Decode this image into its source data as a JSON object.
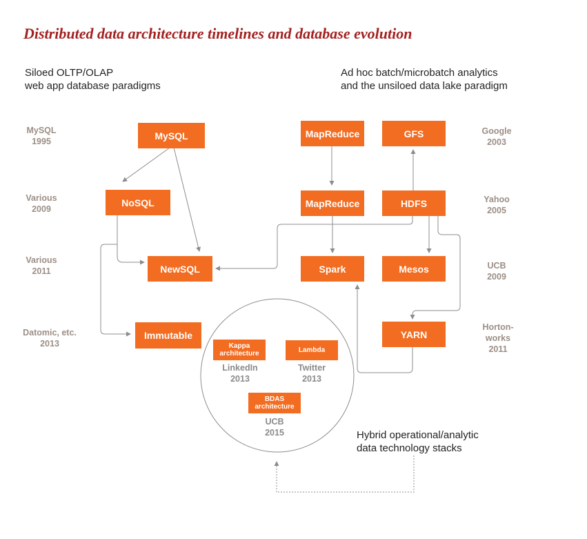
{
  "title": "Distributed data architecture timelines and database evolution",
  "headings": {
    "left": [
      "Siloed OLTP/OLAP",
      "web app database paradigms"
    ],
    "right": [
      "Ad hoc batch/microbatch analytics",
      "and the unsiloed data lake paradigm"
    ],
    "hybrid": [
      "Hybrid operational/analytic",
      "data technology stacks"
    ]
  },
  "boxes": {
    "mysql": "MySQL",
    "nosql": "NoSQL",
    "newsql": "NewSQL",
    "immutable": "Immutable",
    "mapreduce_google": "MapReduce",
    "gfs": "GFS",
    "mapreduce_yahoo": "MapReduce",
    "hdfs": "HDFS",
    "spark": "Spark",
    "mesos": "Mesos",
    "yarn": "YARN",
    "kappa": [
      "Kappa",
      "architecture"
    ],
    "lambda": "Lambda",
    "bdas": [
      "BDAS",
      "architecture"
    ]
  },
  "left_timeline": [
    [
      "MySQL",
      "1995"
    ],
    [
      "Various",
      "2009"
    ],
    [
      "Various",
      "2011"
    ],
    [
      "Datomic, etc.",
      "2013"
    ]
  ],
  "right_timeline": [
    [
      "Google",
      "2003"
    ],
    [
      "Yahoo",
      "2005"
    ],
    [
      "UCB",
      "2009"
    ],
    [
      "Horton-",
      "works",
      "2011"
    ]
  ],
  "circle_labels": {
    "kappa": [
      "LinkedIn",
      "2013"
    ],
    "lambda": [
      "Twitter",
      "2013"
    ],
    "bdas": [
      "UCB",
      "2015"
    ]
  },
  "colors": {
    "box": "#f26d21",
    "title": "#a32020",
    "timeline_label": "#9c8e86",
    "connector": "#8c8c8c"
  }
}
